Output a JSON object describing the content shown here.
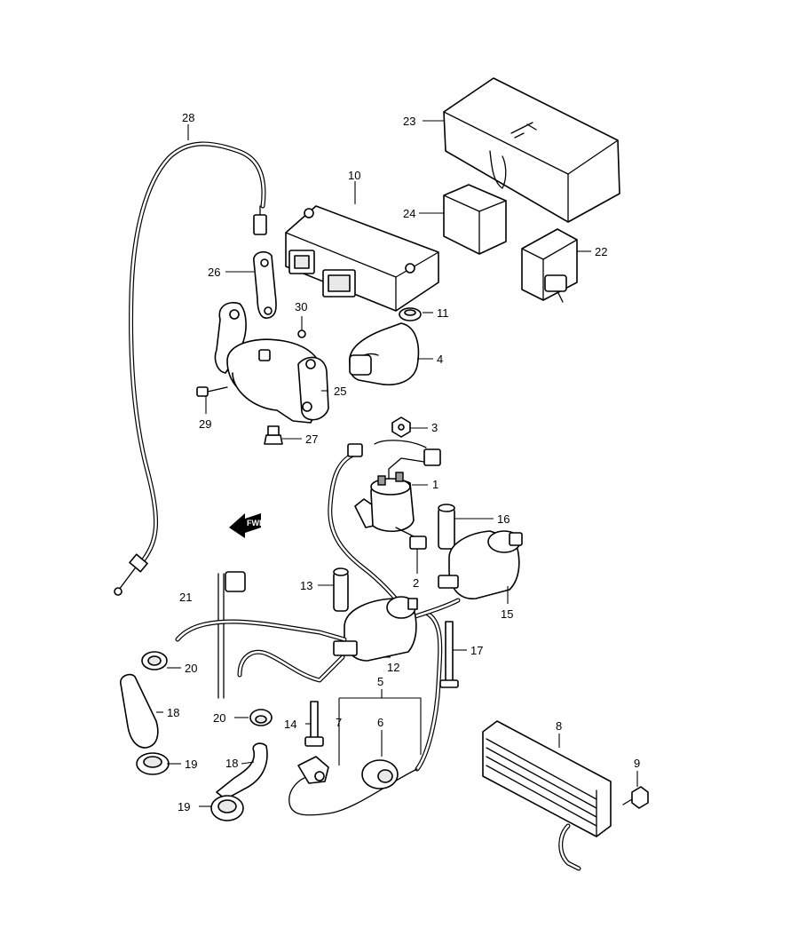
{
  "diagram": {
    "fwd_label": "FWD",
    "callouts": [
      {
        "id": "1",
        "label": "1"
      },
      {
        "id": "2",
        "label": "2"
      },
      {
        "id": "3",
        "label": "3"
      },
      {
        "id": "4",
        "label": "4"
      },
      {
        "id": "5",
        "label": "5"
      },
      {
        "id": "6a",
        "label": "6"
      },
      {
        "id": "7",
        "label": "7"
      },
      {
        "id": "8",
        "label": "8"
      },
      {
        "id": "9",
        "label": "9"
      },
      {
        "id": "10",
        "label": "10"
      },
      {
        "id": "11",
        "label": "11"
      },
      {
        "id": "12",
        "label": "12"
      },
      {
        "id": "13",
        "label": "13"
      },
      {
        "id": "14",
        "label": "14"
      },
      {
        "id": "15",
        "label": "15"
      },
      {
        "id": "16",
        "label": "16"
      },
      {
        "id": "17",
        "label": "17"
      },
      {
        "id": "18a",
        "label": "18"
      },
      {
        "id": "18b",
        "label": "18"
      },
      {
        "id": "19a",
        "label": "19"
      },
      {
        "id": "19b",
        "label": "19"
      },
      {
        "id": "20a",
        "label": "20"
      },
      {
        "id": "20b",
        "label": "20"
      },
      {
        "id": "21",
        "label": "21"
      },
      {
        "id": "22",
        "label": "22"
      },
      {
        "id": "23",
        "label": "23"
      },
      {
        "id": "24",
        "label": "24"
      },
      {
        "id": "25",
        "label": "25"
      },
      {
        "id": "26",
        "label": "26"
      },
      {
        "id": "27",
        "label": "27"
      },
      {
        "id": "28",
        "label": "28"
      },
      {
        "id": "29",
        "label": "29"
      },
      {
        "id": "30",
        "label": "30"
      }
    ]
  }
}
